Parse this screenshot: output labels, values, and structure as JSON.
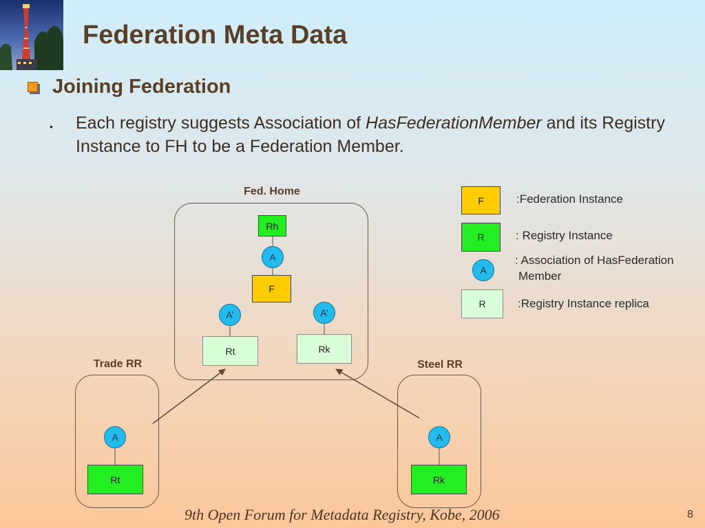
{
  "slide": {
    "title": "Federation Meta Data",
    "subtitle": "Joining Federation",
    "bullet_pre": "Each registry suggests Association of ",
    "bullet_em": "HasFederationMember",
    "bullet_post": " and its Registry Instance to FH to be a Federation Member.",
    "footer": "9th Open Forum for Metadata Registry, Kobe, 2006",
    "page_number": "8"
  },
  "diagram": {
    "fed_home": {
      "label": "Fed. Home",
      "rh": "Rh",
      "assoc": "A",
      "fed": "F",
      "assoc_left": "A’",
      "assoc_right": "A’",
      "rt_replica": "Rt",
      "rk_replica": "Rk"
    },
    "trade_rr": {
      "label": "Trade RR",
      "assoc": "A",
      "rt": "Rt"
    },
    "steel_rr": {
      "label": "Steel RR",
      "assoc": "A",
      "rk": "Rk"
    }
  },
  "legend": [
    {
      "symbol": "F",
      "text": ":Federation Instance"
    },
    {
      "symbol": "R",
      "text": ": Registry Instance"
    },
    {
      "symbol": "A",
      "text_line1": ": Association of HasFederation",
      "text_line2": "Member"
    },
    {
      "symbol": "R",
      "text": ":Registry Instance replica"
    }
  ],
  "colors": {
    "title": "#5a3f26",
    "instance_green": "#22ee22",
    "federation_yellow": "#ffcc00",
    "association_blue": "#22bbee",
    "replica_light": "#d9ffd9",
    "bullet_orange": "#f39a1e"
  }
}
